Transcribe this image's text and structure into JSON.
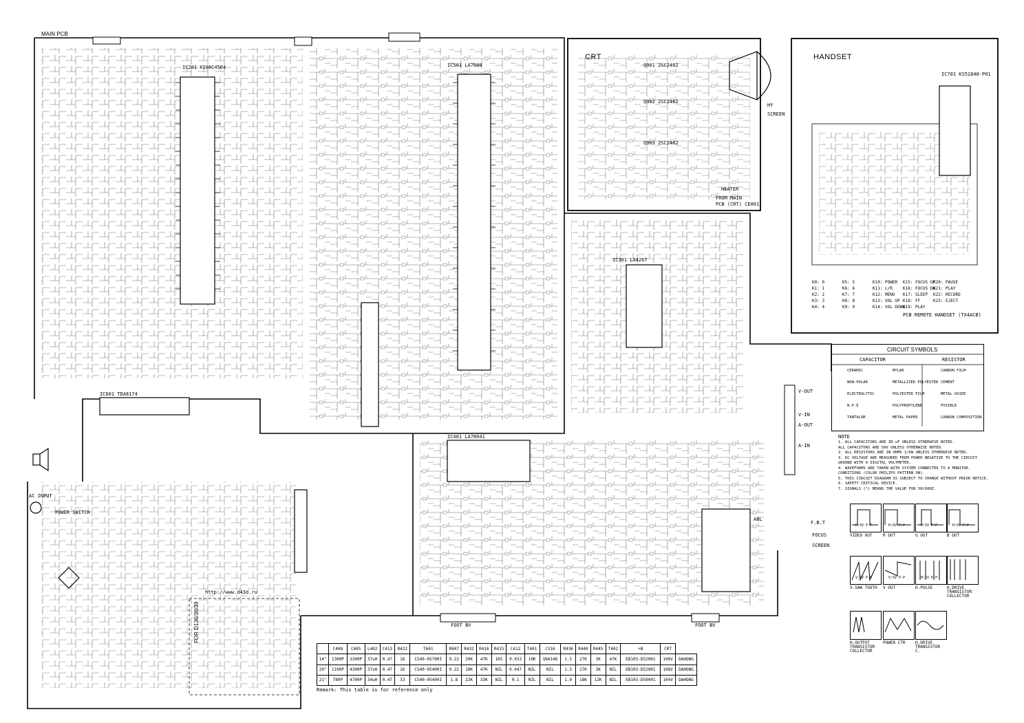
{
  "labels": {
    "main_pcb": "MAIN PCB",
    "crt": "CRT",
    "handset": "HANDSET",
    "watermark": "http://www.d43d.ru",
    "for_models": "FOR D136/38/39",
    "remark": "Remark: This table is for reference only",
    "foot_left": "FOOT BV",
    "foot_right": "FOOT BV",
    "pcb_remote": "PCB REMOTE HANDSET (TX4ACB)",
    "from_main": "FROM MAIN",
    "pcb_crt": "PCB (CRT) CE001",
    "focus": "FOCUS",
    "screen": "SCREEN",
    "abl": "ABL",
    "heater": "HEATER",
    "ac_input": "AC INPUT",
    "power_switch": "POWER SWITCH",
    "hy": "HY",
    "screen_crt": "SCREEN",
    "v_out": "V-OUT",
    "v_in": "V-IN",
    "a_out": "A-OUT",
    "a_in": "A-IN",
    "fbt": "F.B.T"
  },
  "ic_labels": {
    "ic201": "IC201 KS88C4504",
    "ic501": "IC501 LA7680",
    "ic401": "IC401 LA78041",
    "ic301": "IC301 LA4267",
    "ic601": "IC601 TDA8174",
    "ic701": "IC701 KS51840-P01",
    "q901": "Q901 2SC2482",
    "q902": "Q902 2SC2482",
    "q903": "Q903 2SC2482"
  },
  "circuit_symbols": {
    "title": "CIRCUIT SYMBOLS",
    "capacitor_header": "CAPACITOR",
    "resistor_header": "RESISTOR",
    "rows": [
      [
        "CERAMIC",
        "MYLAR",
        "CARBON FILM"
      ],
      [
        "NON-POLAR",
        "METALLIZED POLYESTER",
        "CEMENT"
      ],
      [
        "ELECTROLYTIC",
        "POLYESTER FILM",
        "METAL OXIDE"
      ],
      [
        "N.P.E",
        "POLYPROPYLENE",
        "FUSIBLE"
      ],
      [
        "TANTALUM",
        "METAL PAPER",
        "CARBON COMPOSITION"
      ]
    ]
  },
  "notes": {
    "title": "NOTE",
    "items": [
      "1. ALL CAPACITORS ARE IN uF UNLESS OTHERWISE NOTED.",
      "   ALL CAPACITORS ARE 50V UNLESS OTHERWISE NOTED.",
      "2. ALL RESISTORS ARE IN OHMS 1/6W UNLESS OTHERWISE NOTED.",
      "3. DC VOLTAGE ARE MEASURED FROM POWER NEGATIVE TO THE CIRCUIT",
      "   GROUND WITH A DIGITAL VOLTMETER.",
      "4. WAVEFORMS ARE TAKEN WITH SYSTEM CONNECTED TO A MONITOR.",
      "   CONDITIONS (COLOR PHILIPS PATTERN ON).",
      "5. THIS CIRCUIT DIAGRAM IS SUBJECT TO CHANGE WITHOUT PRIOR NOTICE.",
      "6. SAFETY CRITICAL DEVICE.",
      "7. SIGNALS (*) MEANS THE VALUE FOR 50/60HZ."
    ]
  },
  "waveforms": [
    {
      "label": "VIDEO OUT",
      "sub": "H:5V  P-P"
    },
    {
      "label": "R OUT",
      "sub": "H:5V  P-P"
    },
    {
      "label": "G OUT",
      "sub": "H:5V  P-P"
    },
    {
      "label": "B OUT",
      "sub": "H:5V  P-P"
    },
    {
      "label": "V.SAW TOOTH",
      "sub": "V:5V  P-P"
    },
    {
      "label": "V OUT",
      "sub": "V:5V  P-P"
    },
    {
      "label": "H.PULSE",
      "sub": "H:5V  P-P"
    },
    {
      "label": "H.DRIVE TRANSISTOR COLLECTOR",
      "sub": ""
    },
    {
      "label": "H.OUTPUT TRANSISTOR COLLECTOR",
      "sub": ""
    },
    {
      "label": "POWER CTR",
      "sub": ""
    },
    {
      "label": "H.DRIVE TRANSISTOR C.",
      "sub": ""
    }
  ],
  "remote_keys": {
    "rows": [
      [
        "K0: 0",
        "K5: 5",
        "K10: POWER",
        "K15: FOCUS UP",
        "K20: PAUSE"
      ],
      [
        "K1: 1",
        "K6: 6",
        "K11: L/R",
        "K16: FOCUS DN",
        "K21: PLAY"
      ],
      [
        "K2: 2",
        "K7: 7",
        "K12: MENU",
        "K17: SLEEP",
        "K22: RECORD"
      ],
      [
        "K3: 3",
        "K8: 8",
        "K13: VOL UP",
        "K18: FF",
        "K23: EJECT"
      ],
      [
        "K4: 4",
        "K9: 9",
        "K14: VOL DOWN",
        "K19: PLAY",
        ""
      ]
    ]
  },
  "parts_table": {
    "headers": [
      "",
      "C408",
      "C405",
      "L402",
      "C413",
      "R422",
      "T601",
      "R607",
      "R432",
      "R416",
      "R415",
      "C412",
      "T401",
      "C316",
      "R436",
      "R440",
      "R445",
      "T402",
      "+B",
      "CRT"
    ],
    "rows": [
      [
        "14\"",
        "1300P",
        "3300P",
        "37uH",
        "0.47",
        "18",
        "CS40-05700I",
        "0.22",
        "20K",
        "47K",
        "1K5",
        "0.033",
        "10K",
        "1N4148",
        "1.5",
        "27K",
        "3K",
        "47K",
        "EB103-D52001",
        "108V",
        "DAHONG"
      ],
      [
        "20\"",
        "1100P",
        "4300P",
        "37uH",
        "0.47",
        "16",
        "CS40-05400I",
        "0.22",
        "18K",
        "47K",
        "NIL",
        "0.047",
        "NIL",
        "NIL",
        "1.5",
        "27K",
        "3K",
        "NIL",
        "EB103-D52001",
        "108V",
        "DAHONG"
      ],
      [
        "21\"",
        "780P",
        "4700P",
        "34uH",
        "0.47",
        "33",
        "CS40-05400I",
        "1.8",
        "22K",
        "33K",
        "NIL",
        "0.1",
        "NIL",
        "NIL",
        "1.0",
        "18K",
        "12K",
        "NIL",
        "EB103-D58001",
        "104V",
        "DAHONG"
      ]
    ]
  }
}
